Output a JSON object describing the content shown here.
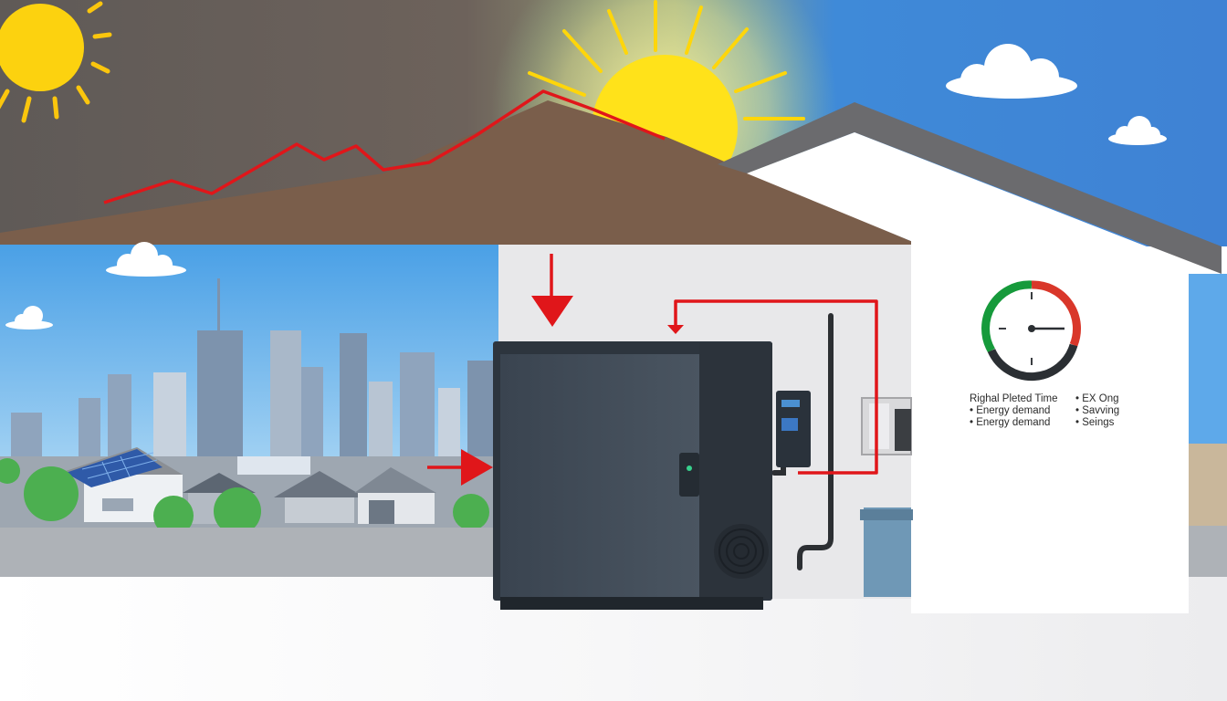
{
  "legend": {
    "row1": {
      "left": "Righal Pleted Time",
      "right": "• EX Ong"
    },
    "row2": {
      "left": "• Energy demand",
      "right": "• Savving"
    },
    "row3": {
      "left": "• Energy demand",
      "right": "• Seings"
    }
  },
  "colors": {
    "sky_blue": "#3d85d8",
    "haze_brown": "#6e625a",
    "roof_brown": "#7a5e4b",
    "arrow_red": "#e0161a",
    "cabinet": "#3c4651",
    "sun_yellow": "#ffd60a",
    "gauge_green": "#169a3b",
    "gauge_red": "#d9372a"
  },
  "gauge": {
    "level": 0.35
  }
}
